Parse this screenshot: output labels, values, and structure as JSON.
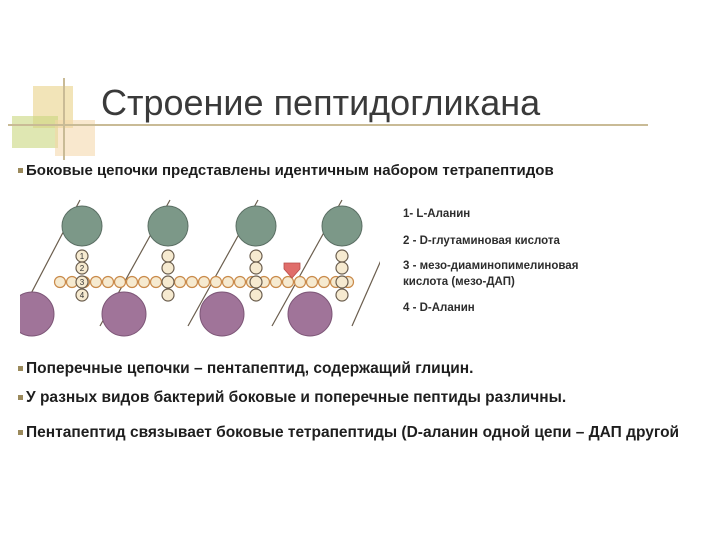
{
  "title": "Строение пептидогликана",
  "bullets": {
    "side_chains": "Боковые цепочки представлены идентичным набором тетрапептидов",
    "cross_chains": "Поперечные цепочки – пентапептид, содержащий глицин.",
    "species": "У разных видов бактерий боковые и поперечные пептиды различны.",
    "link": "Пентапептид связывает боковые тетрапептиды (D-аланин одной цепи – ДАП другой"
  },
  "legend": {
    "item1": "1- L-Аланин",
    "item2": "2 - D-глутаминовая кислота",
    "item3_line1": "3 - мезо-диаминопимелиновая",
    "item3_line2": "кислота (мезо-ДАП)",
    "item4": "4 - D-Аланин"
  },
  "diagram": {
    "residue_numbers": [
      "1",
      "2",
      "3",
      "4"
    ],
    "colors": {
      "upper_sugar": "#7c9888",
      "lower_sugar": "#a07499",
      "bead_fill": "#f6ead0",
      "bead_stroke": "#6b5e4e",
      "arrow": "#e06d6a"
    }
  }
}
